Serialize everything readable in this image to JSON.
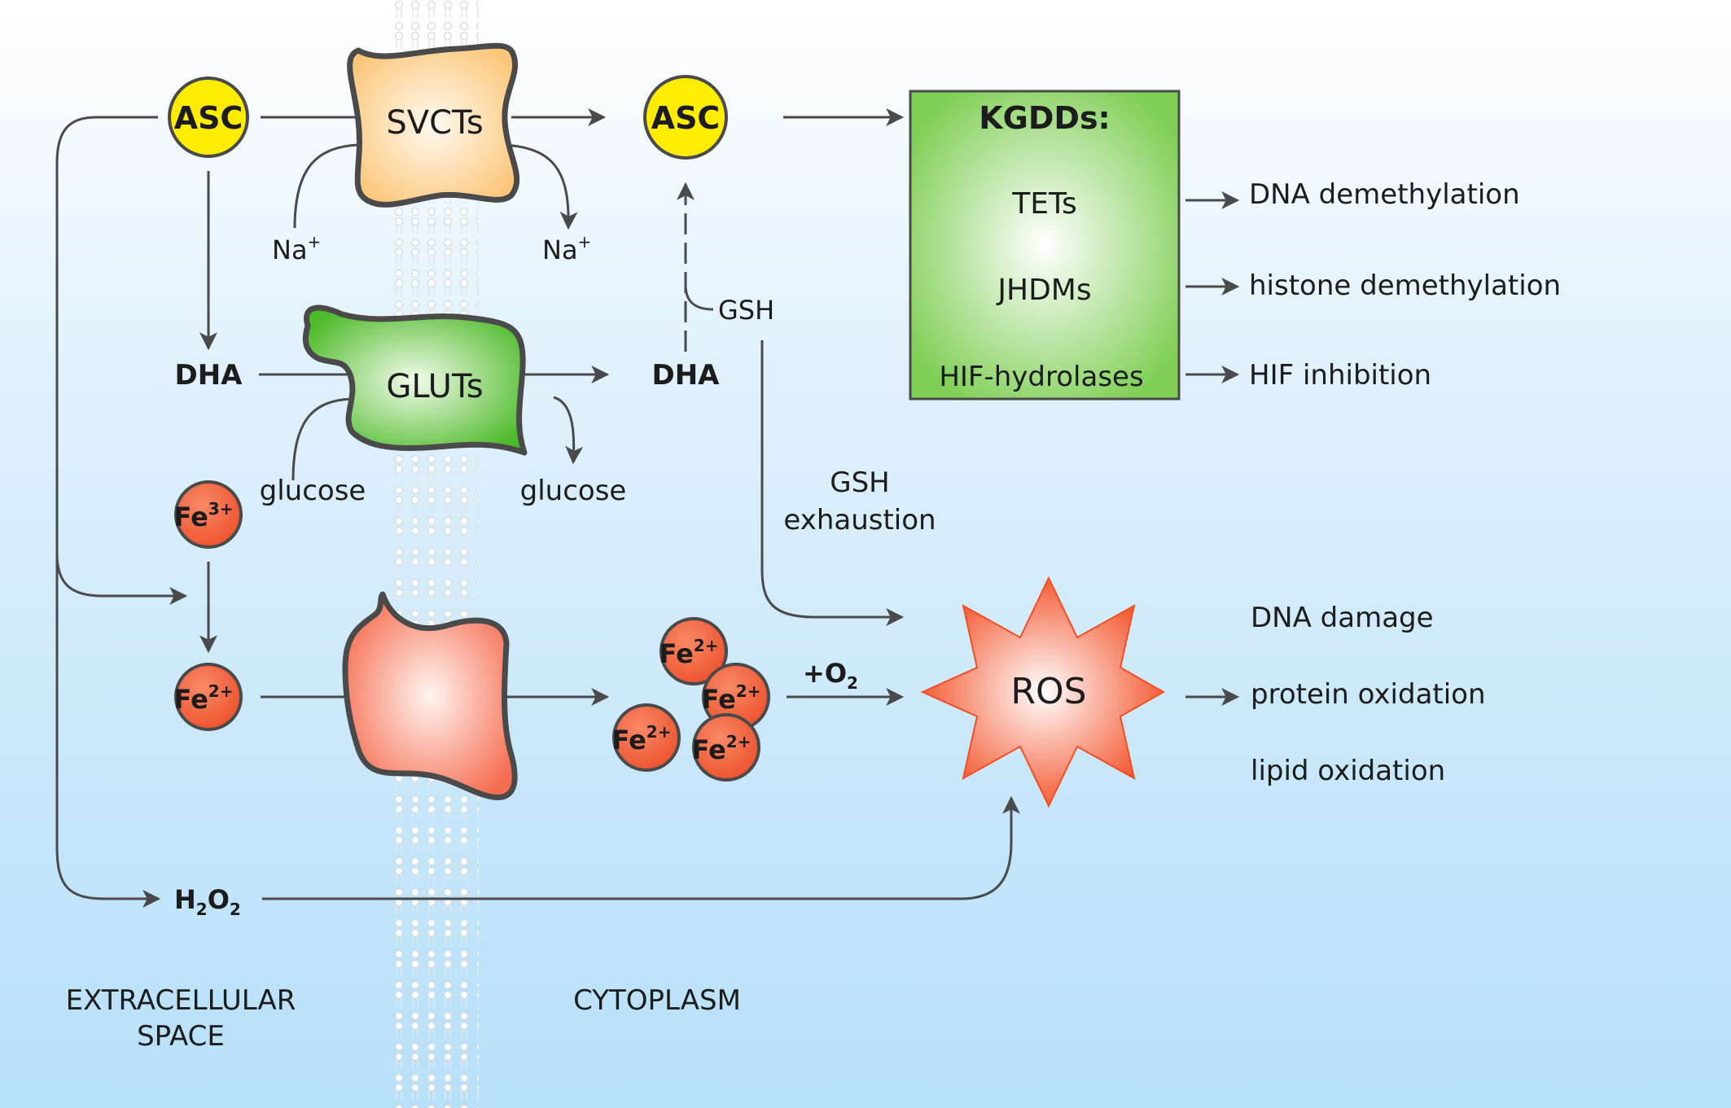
{
  "molecules": {
    "asc_out": "ASC",
    "asc_in": "ASC",
    "dha_out": "DHA",
    "dha_in": "DHA",
    "fe3_base": "Fe",
    "fe3_sup": "3+",
    "fe2_base": "Fe",
    "fe2_sup": "2+",
    "h2o2_h": "H",
    "h2o2_sub1": "2",
    "h2o2_o": "O",
    "h2o2_sub2": "2"
  },
  "transporters": {
    "svct": "SVCTs",
    "glut": "GLUTs"
  },
  "ions": {
    "na_base": "Na",
    "na_sup": "+",
    "glucose": "glucose"
  },
  "gsh": {
    "label": "GSH",
    "exhaustion_line1": "GSH",
    "exhaustion_line2": "exhaustion"
  },
  "oxygen": {
    "plus_o": "+O",
    "sub": "2"
  },
  "kgdd": {
    "title": "KGDDs:",
    "items": [
      "TETs",
      "JHDMs",
      "HIF-hydrolases"
    ],
    "effects": [
      "DNA demethylation",
      "histone demethylation",
      "HIF inhibition"
    ]
  },
  "ros": {
    "label": "ROS",
    "effects": [
      "DNA damage",
      "protein oxidation",
      "lipid oxidation"
    ]
  },
  "regions": {
    "extracellular_line1": "EXTRACELLULAR",
    "extracellular_line2": "SPACE",
    "cytoplasm": "CYTOPLASM"
  },
  "colors": {
    "asc": "#ffec00",
    "iron": "#f2613a",
    "svct_fill": "#fdd595",
    "glut_fill": "#6cc644",
    "dmt_fill": "#f8866d",
    "kgdd_fill": "#8fd66a",
    "ros_fill": "#f36540",
    "line": "#4a4a4a"
  }
}
